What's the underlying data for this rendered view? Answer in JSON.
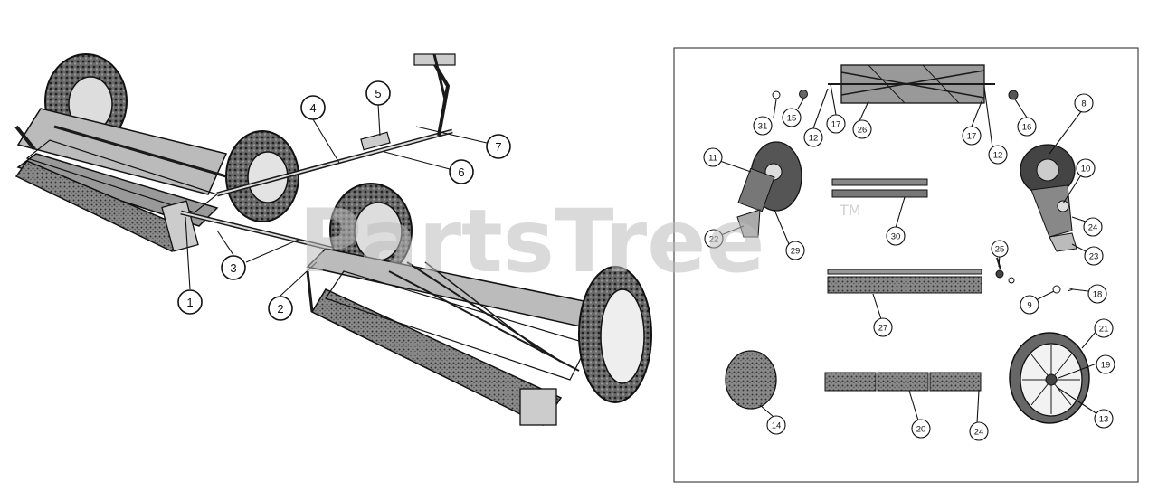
{
  "watermark": {
    "text": "PartsTree",
    "tm": "TM"
  },
  "assembly_callouts": [
    "1",
    "2",
    "3",
    "4",
    "5",
    "6",
    "7"
  ],
  "parts_callouts": [
    "31",
    "15",
    "17",
    "12",
    "26",
    "17",
    "12",
    "16",
    "8",
    "11",
    "10",
    "24",
    "22",
    "29",
    "30",
    "23",
    "25",
    "9",
    "18",
    "27",
    "21",
    "19",
    "14",
    "20",
    "24",
    "13"
  ]
}
